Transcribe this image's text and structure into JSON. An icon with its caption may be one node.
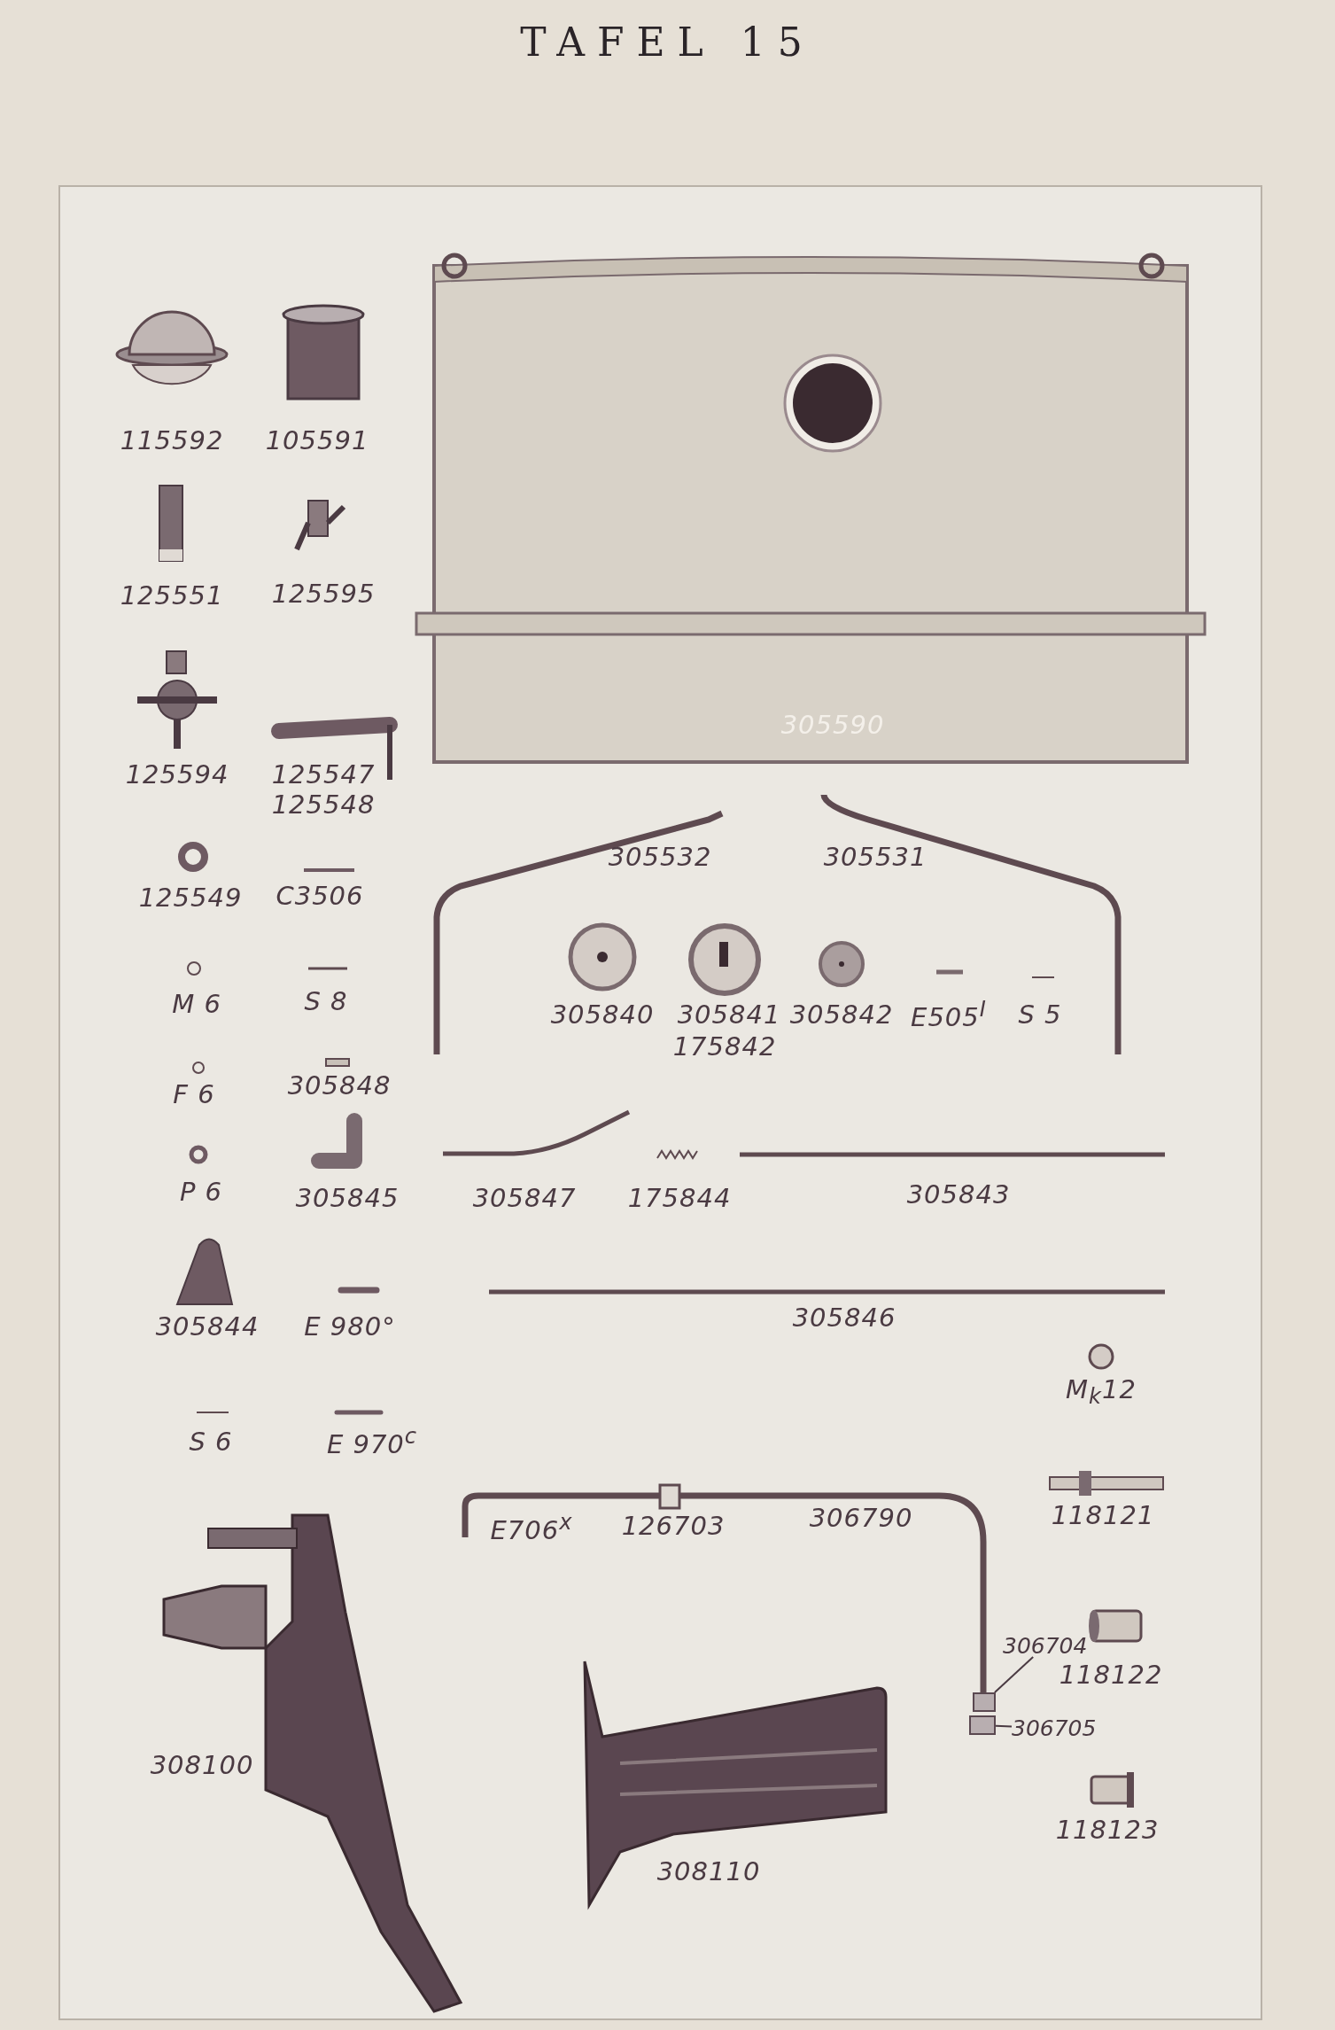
{
  "diagram": {
    "title": "TAFEL 15",
    "nodes": [
      {
        "text": [
          "306704"
        ]
      },
      {
        "text": [
          "306705"
        ]
      },
      {
        "text": [],
        "shape": "box"
      },
      {
        "text": [],
        "shape": "box"
      }
    ],
    "edges": [
      {
        "from": 0,
        "to": 2,
        "arrow": "none"
      },
      {
        "from": 1,
        "to": 3,
        "arrow": "none"
      }
    ],
    "labels": [
      "115592",
      "105591",
      "305590",
      "125551",
      "125595",
      "125594",
      "125547",
      "125548",
      "125549",
      "C3506",
      "305532",
      "305531",
      "M 6",
      "S 8",
      "305840",
      "305841",
      "175842",
      "305842",
      "E505$^{I}$",
      "S 5",
      "F 6",
      "305848",
      "P 6",
      "305845",
      "305847",
      "175844",
      "305843",
      "305844",
      "E 980°",
      "305846",
      "M$_{k}$12",
      "S 6",
      "E 970$^{c}$",
      "E706$^{x}$",
      "126703",
      "306790",
      "118121",
      "118122",
      "308100",
      "308110",
      "118123"
    ]
  }
}
